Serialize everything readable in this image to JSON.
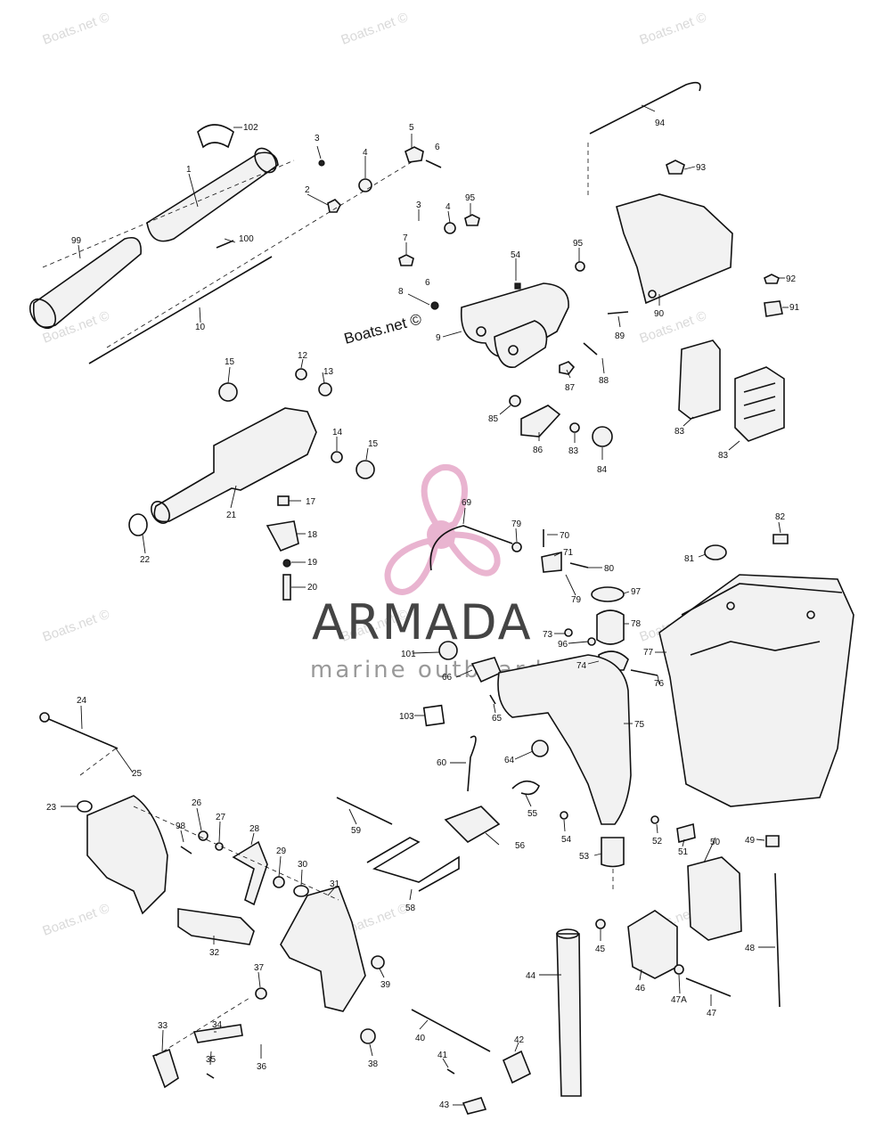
{
  "watermarks": [
    {
      "text": "Boats.net ©"
    },
    {
      "text": "Boats.net ©"
    },
    {
      "text": "Boats.net ©"
    },
    {
      "text": "Boats.net ©"
    },
    {
      "text": "Boats.net ©"
    },
    {
      "text": "Boats.net ©"
    },
    {
      "text": "Boats.net ©"
    },
    {
      "text": "Boats.net ©"
    },
    {
      "text": "Boats.net ©"
    },
    {
      "text": "Boats.net ©"
    },
    {
      "text": "Boats.net ©"
    }
  ],
  "stamp": "Boats.net ©",
  "brand": {
    "name": "ARMADA",
    "tagline": "marine outboards",
    "accent": "#e6a8c8",
    "text_color": "#444444"
  },
  "part_labels": [
    "102",
    "1",
    "3",
    "4",
    "5",
    "6",
    "2",
    "99",
    "100",
    "10",
    "3",
    "4",
    "95",
    "7",
    "6",
    "95",
    "54",
    "8",
    "9",
    "94",
    "93",
    "90",
    "92",
    "91",
    "89",
    "87",
    "88",
    "85",
    "86",
    "83",
    "84",
    "83",
    "83",
    "15",
    "12",
    "13",
    "14",
    "15",
    "21",
    "17",
    "18",
    "19",
    "20",
    "22",
    "69",
    "79",
    "70",
    "71",
    "80",
    "79",
    "82",
    "81",
    "97",
    "78",
    "73",
    "96",
    "74",
    "76",
    "77",
    "101",
    "66",
    "65",
    "103",
    "75",
    "64",
    "60",
    "55",
    "54",
    "24",
    "25",
    "23",
    "98",
    "26",
    "27",
    "28",
    "29",
    "30",
    "31",
    "32",
    "37",
    "39",
    "34",
    "33",
    "35",
    "36",
    "38",
    "59",
    "58",
    "56",
    "53",
    "52",
    "51",
    "50",
    "49",
    "48",
    "44",
    "45",
    "46",
    "47A",
    "47",
    "40",
    "41",
    "43",
    "42"
  ]
}
